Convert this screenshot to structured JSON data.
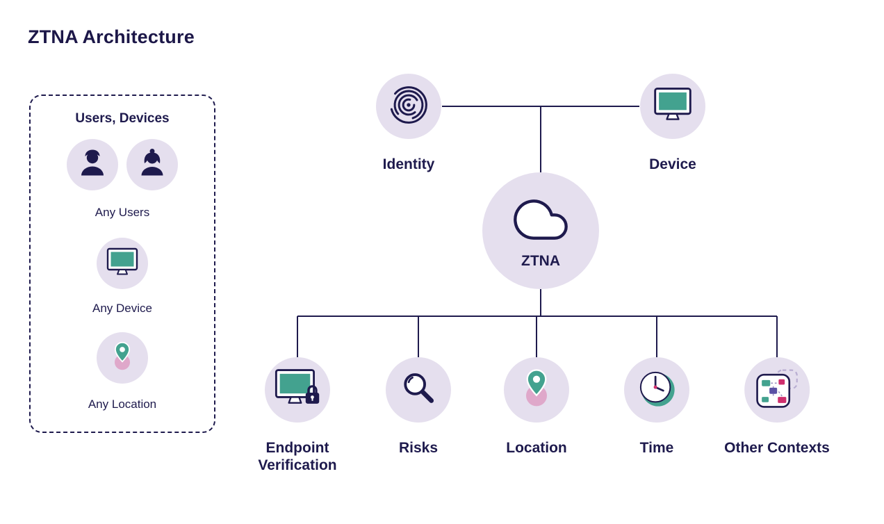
{
  "title": "ZTNA Architecture",
  "colors": {
    "navy": "#1e1a4d",
    "lavender": "#e5dfee",
    "teal": "#43a28f",
    "pink": "#dfa8ca",
    "magenta": "#cf2f6e",
    "purple": "#5b51a5",
    "background": "#ffffff"
  },
  "left_panel": {
    "heading": "Users, Devices",
    "groups": [
      {
        "label": "Any Users",
        "icons": [
          "male-user-icon",
          "female-user-icon"
        ]
      },
      {
        "label": "Any Device",
        "icons": [
          "monitor-icon"
        ]
      },
      {
        "label": "Any Location",
        "icons": [
          "location-pin-icon"
        ]
      }
    ]
  },
  "tree": {
    "top": [
      {
        "label": "Identity",
        "icon": "fingerprint-icon"
      },
      {
        "label": "Device",
        "icon": "monitor-icon"
      }
    ],
    "root": {
      "label": "ZTNA",
      "icon": "cloud-icon"
    },
    "bottom": [
      {
        "label": "Endpoint Verification",
        "icon": "monitor-lock-icon"
      },
      {
        "label": "Risks",
        "icon": "magnifier-icon"
      },
      {
        "label": "Location",
        "icon": "location-pin-icon"
      },
      {
        "label": "Time",
        "icon": "clock-icon"
      },
      {
        "label": "Other Contexts",
        "icon": "context-blocks-icon"
      }
    ]
  }
}
